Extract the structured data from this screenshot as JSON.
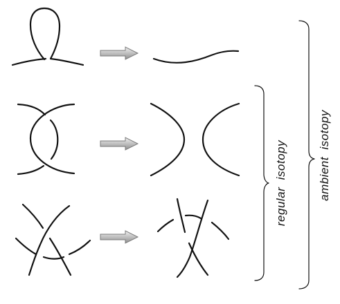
{
  "labels": {
    "regular_isotopy": "regular  isotopy",
    "ambient_isotopy": "ambient  isotopy"
  },
  "colors": {
    "stroke": "#111111",
    "arrow_fill_light": "#eeeeee",
    "arrow_fill_dark": "#8a8a8a",
    "arrow_outline": "#7a7a7a"
  },
  "moves": [
    {
      "name": "reidemeister-I",
      "description_icon": "twist-loop-to-line"
    },
    {
      "name": "reidemeister-II",
      "description_icon": "overlap-to-separate"
    },
    {
      "name": "reidemeister-III",
      "description_icon": "triangle-slide"
    }
  ]
}
